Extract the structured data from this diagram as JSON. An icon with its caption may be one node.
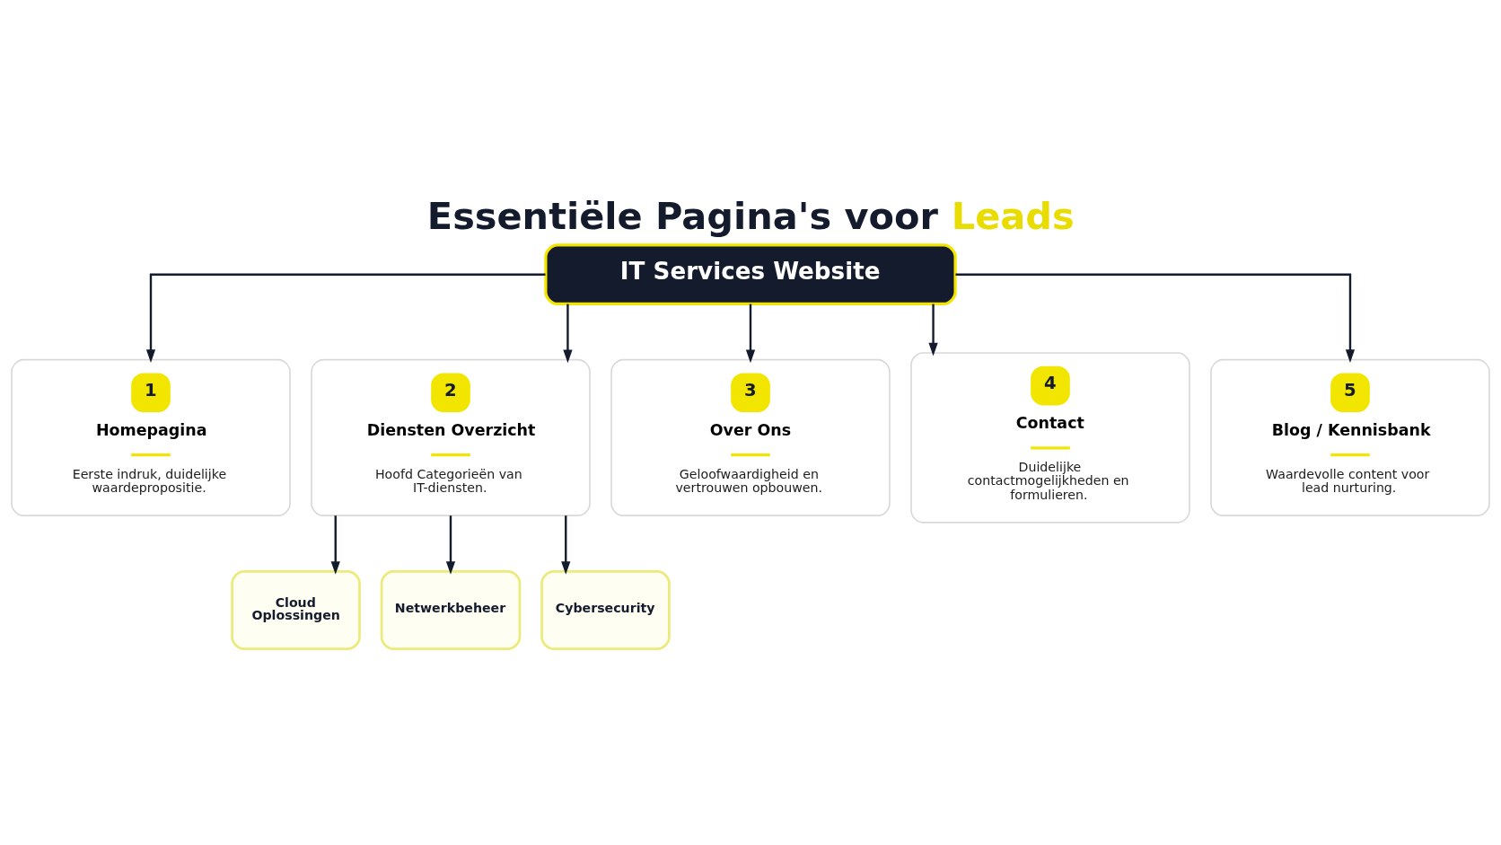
{
  "diagram": {
    "title": "Essentiële Pagina's voor Leads",
    "nodes": [
      {
        "text": [
          "IT Services Website"
        ]
      },
      {
        "text": [
          "1",
          "Homepagina",
          "Eerste indruk, duidelijke waardepropositie."
        ]
      },
      {
        "text": [
          "2",
          "Diensten Overzicht",
          "Hoofd Categorieën van IT-diensten."
        ]
      },
      {
        "text": [
          "3",
          "Over Ons",
          "Geloofwaardigheid en vertrouwen opbouwen."
        ]
      },
      {
        "text": [
          "4",
          "Contact",
          "Duidelijke contactmogelijkheden en formulieren."
        ]
      },
      {
        "text": [
          "5",
          "Blog / Kennisbank",
          "Waardevolle content voor lead nurturing."
        ]
      },
      {
        "text": [
          "Cloud Oplossingen"
        ]
      },
      {
        "text": [
          "Netwerkbeheer"
        ]
      },
      {
        "text": [
          "Cybersecurity"
        ]
      }
    ],
    "edges": [
      {
        "from": 0,
        "to": 1,
        "arrow": "to"
      },
      {
        "from": 0,
        "to": 2,
        "arrow": "to"
      },
      {
        "from": 0,
        "to": 3,
        "arrow": "to"
      },
      {
        "from": 0,
        "to": 4,
        "arrow": "to"
      },
      {
        "from": 0,
        "to": 5,
        "arrow": "to"
      },
      {
        "from": 2,
        "to": 6,
        "arrow": "to"
      },
      {
        "from": 2,
        "to": 7,
        "arrow": "to"
      },
      {
        "from": 2,
        "to": 8,
        "arrow": "to"
      }
    ]
  }
}
